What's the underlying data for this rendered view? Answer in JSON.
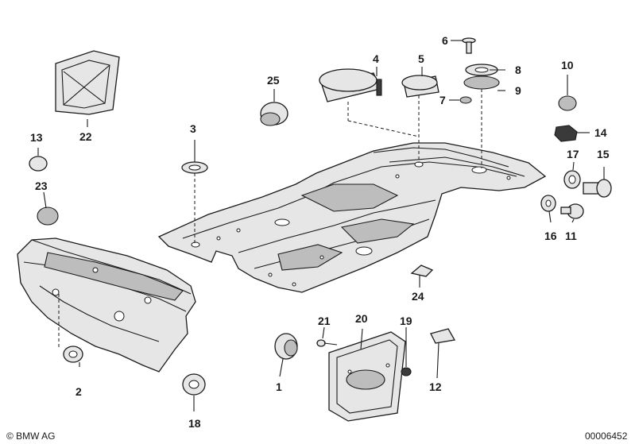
{
  "labels": {
    "p1": "1",
    "p2": "2",
    "p3": "3",
    "p4": "4",
    "p5": "5",
    "p6": "6",
    "p7": "7",
    "p8": "8",
    "p9": "9",
    "p10": "10",
    "p11": "11",
    "p12": "12",
    "p13": "13",
    "p14": "14",
    "p15": "15",
    "p16": "16",
    "p17": "17",
    "p18": "18",
    "p19": "19",
    "p20": "20",
    "p21": "21",
    "p22": "22",
    "p23": "23",
    "p24": "24",
    "p25": "25"
  },
  "footer": {
    "copyright": "© BMW AG",
    "image_number": "00006452"
  }
}
